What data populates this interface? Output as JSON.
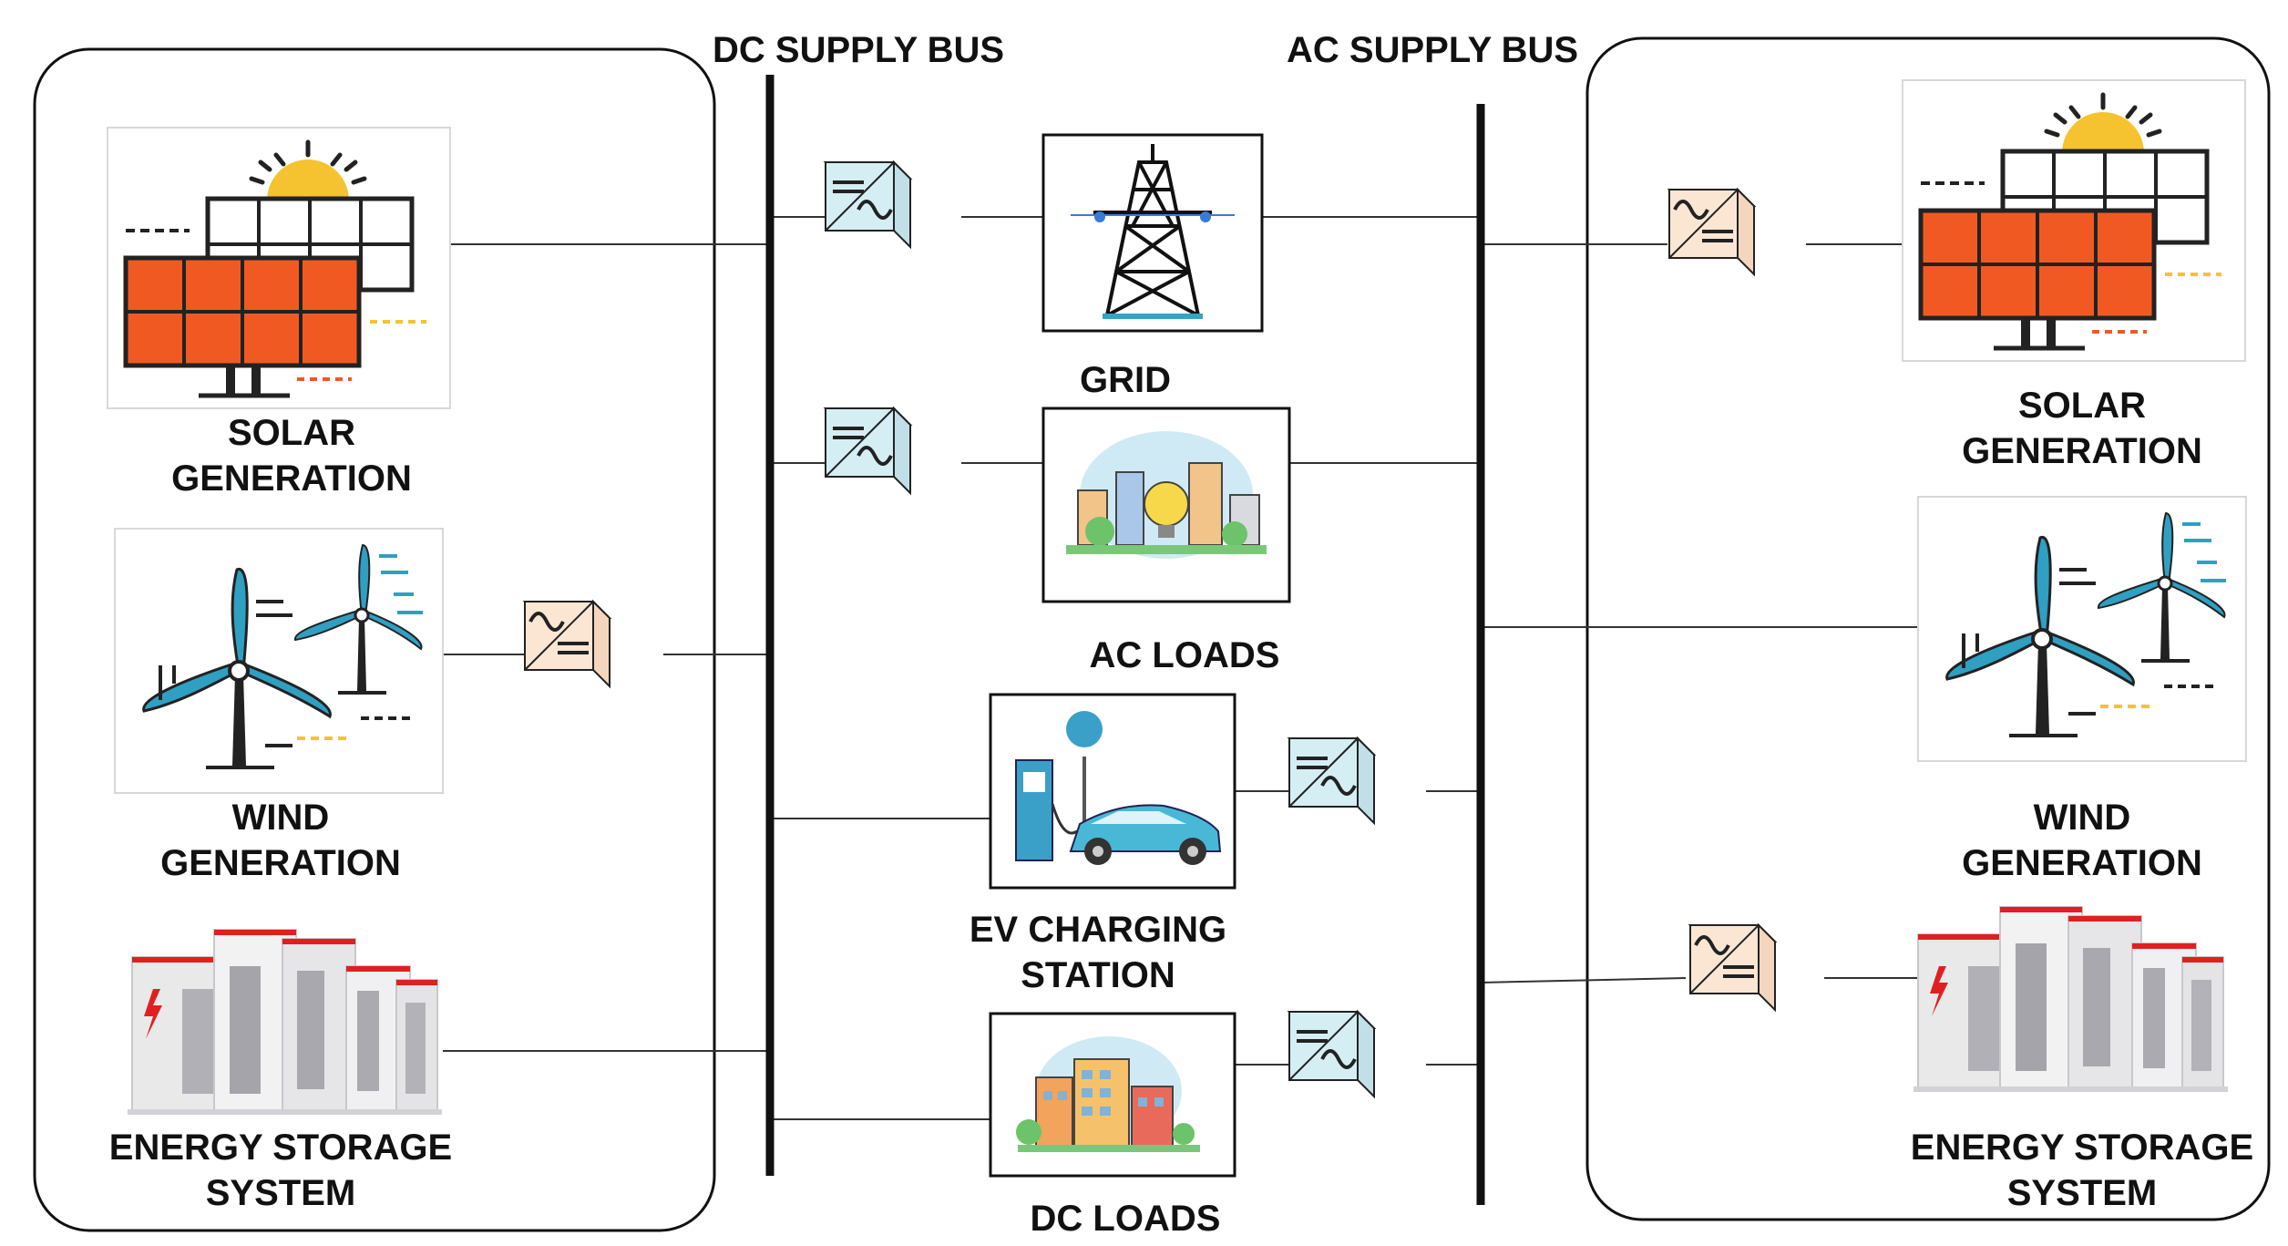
{
  "buses": {
    "dc": "DC SUPPLY BUS",
    "ac": "AC SUPPLY BUS"
  },
  "left_panel": {
    "solar": [
      "SOLAR",
      "GENERATION"
    ],
    "wind": [
      "WIND",
      "GENERATION"
    ],
    "storage": [
      "ENERGY STORAGE",
      "SYSTEM"
    ]
  },
  "right_panel": {
    "solar": [
      "SOLAR",
      "GENERATION"
    ],
    "wind": [
      "WIND",
      "GENERATION"
    ],
    "storage": [
      "ENERGY STORAGE",
      "SYSTEM"
    ]
  },
  "center": {
    "grid": "GRID",
    "ac_loads": "AC LOADS",
    "ev": [
      "EV CHARGING",
      "STATION"
    ],
    "dc_loads": "DC LOADS"
  },
  "colors": {
    "panel_orange": "#f05a22",
    "sun": "#f5c330",
    "turbine": "#2f9fc2",
    "dc_ac_converter": "#d4eef4",
    "ac_dc_converter": "#fbe6d4",
    "battery_red": "#e02020",
    "car": "#49b8d6",
    "line": "#222222"
  }
}
